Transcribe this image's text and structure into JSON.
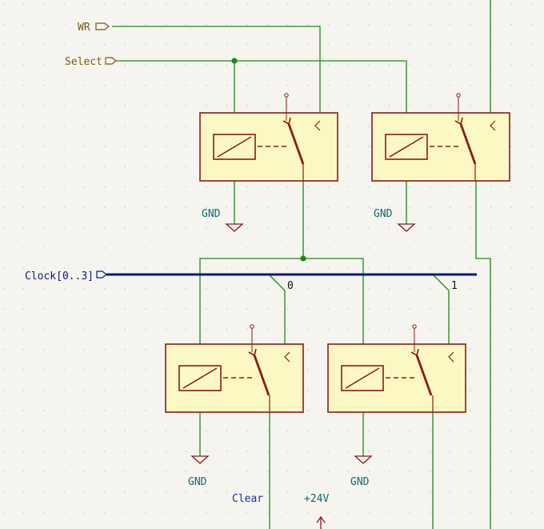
{
  "colors": {
    "background": "#f5f4ef",
    "grid": "#c9c9c4",
    "wire": "#1a8a1a",
    "bus": "#0a1b78",
    "component_body": "#fbf8c4",
    "component_outline": "#8b1a1a",
    "port_label": "#7a5c14",
    "net_label": "#11696e"
  },
  "labels": {
    "wr": "WR",
    "select": "Select",
    "clock_bus": "Clock[0..3]",
    "bus_entry_0": "0",
    "bus_entry_1": "1",
    "gnd": "GND",
    "clear": "Clear",
    "supply": "+24V"
  },
  "components": [
    {
      "kind": "relay",
      "id": "relay-top-left"
    },
    {
      "kind": "relay",
      "id": "relay-top-right"
    },
    {
      "kind": "relay",
      "id": "relay-bottom-left"
    },
    {
      "kind": "relay",
      "id": "relay-bottom-right"
    }
  ]
}
